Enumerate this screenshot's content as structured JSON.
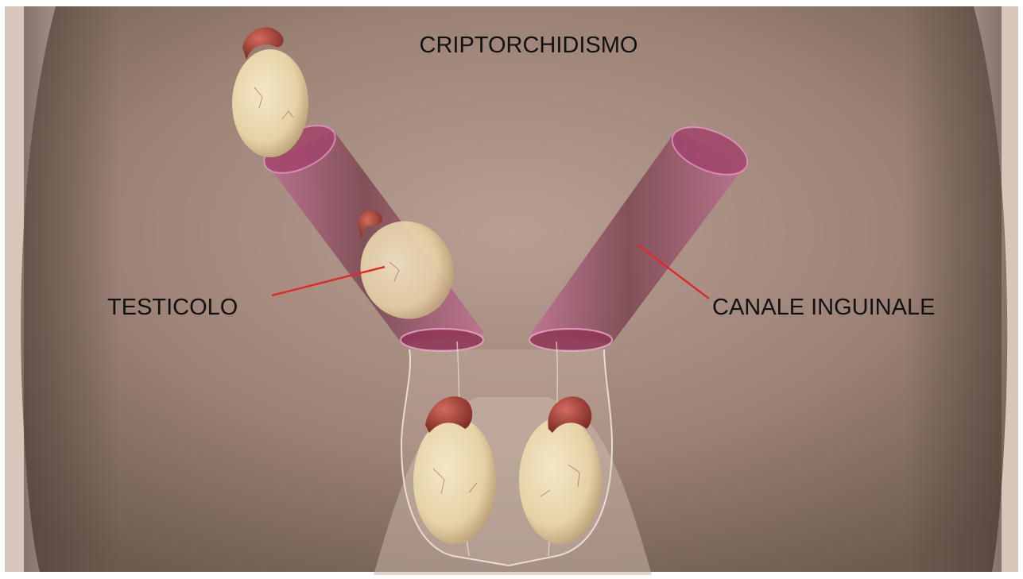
{
  "title": "CRIPTORCHIDISMO",
  "labels": {
    "testis": "TESTICOLO",
    "inguinal_canal": "CANALE INGUINALE"
  },
  "colors": {
    "skin_dark": "#6f5a4f",
    "skin_light": "#b59c90",
    "canal": "#b0507a",
    "testis": "#ecdcb7",
    "epididymis": "#b5473c",
    "pointer_line": "#e02a2a"
  }
}
